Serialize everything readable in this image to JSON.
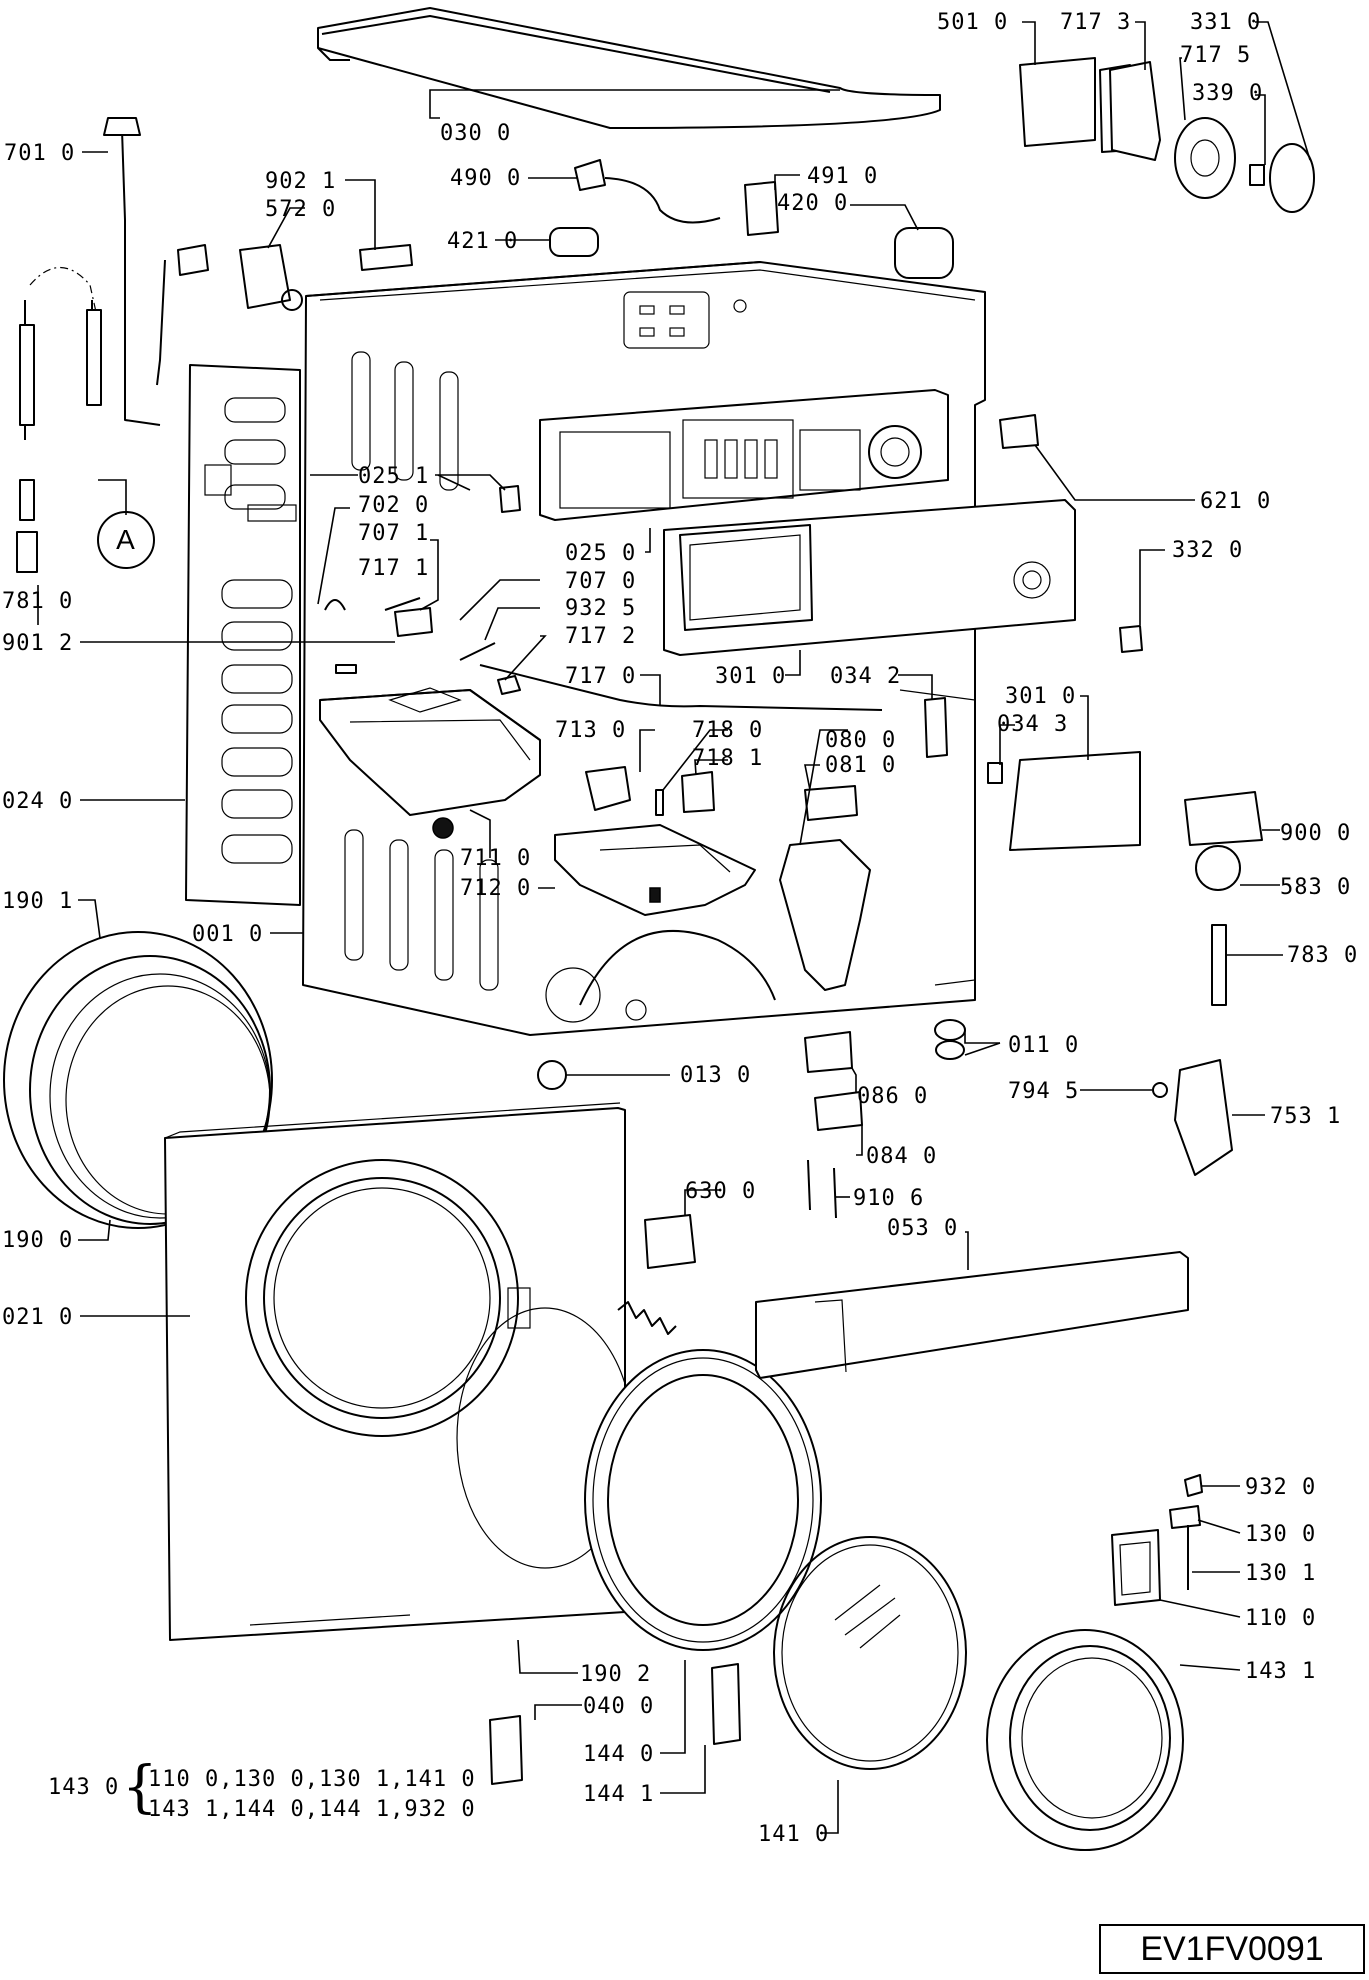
{
  "drawing_code": "EV1FV0091",
  "callout_A": "A",
  "kit_143_0": {
    "label": "143 0",
    "brace": "{",
    "line1": "110 0,130 0,130 1,141 0",
    "line2": "143 1,144 0,144 1,932 0"
  },
  "labels": {
    "p501_0": "501 0",
    "p717_3": "717 3",
    "p331_0": "331 0",
    "p717_5": "717 5",
    "p339_0": "339 0",
    "p701_0": "701 0",
    "p030_0": "030 0",
    "p902_1": "902 1",
    "p572_0": "572 0",
    "p490_0": "490 0",
    "p491_0": "491 0",
    "p420_0": "420 0",
    "p421_0": "421 0",
    "p621_0": "621 0",
    "p025_1": "025 1",
    "p702_0": "702 0",
    "p707_1": "707 1",
    "p717_1": "717 1",
    "p025_0": "025 0",
    "p332_0": "332 0",
    "p781_0": "781 0",
    "p707_0": "707 0",
    "p932_5": "932 5",
    "p901_2": "901 2",
    "p717_2": "717 2",
    "p717_0": "717 0",
    "p301_0a": "301 0",
    "p034_2": "034 2",
    "p301_0b": "301 0",
    "p034_3": "034 3",
    "p713_0": "713 0",
    "p718_0": "718 0",
    "p080_0": "080 0",
    "p718_1": "718 1",
    "p081_0": "081 0",
    "p024_0": "024 0",
    "p900_0": "900 0",
    "p711_0": "711 0",
    "p712_0": "712 0",
    "p583_0": "583 0",
    "p190_1": "190 1",
    "p001_0": "001 0",
    "p783_0": "783 0",
    "p011_0": "011 0",
    "p013_0": "013 0",
    "p086_0": "086 0",
    "p794_5": "794 5",
    "p753_1": "753 1",
    "p084_0": "084 0",
    "p630_0": "630 0",
    "p910_6": "910 6",
    "p053_0": "053 0",
    "p190_0": "190 0",
    "p021_0": "021 0",
    "p932_0": "932 0",
    "p130_0": "130 0",
    "p130_1": "130 1",
    "p110_0": "110 0",
    "p190_2": "190 2",
    "p143_1": "143 1",
    "p040_0": "040 0",
    "p144_0": "144 0",
    "p144_1": "144 1",
    "p141_0": "141 0"
  }
}
